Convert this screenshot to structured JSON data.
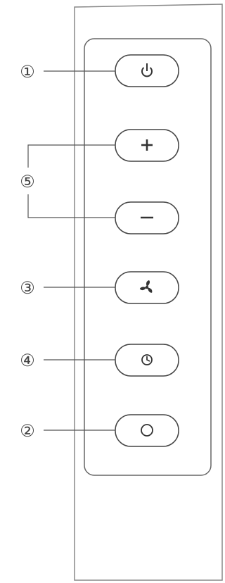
{
  "callouts": [
    {
      "number": "1",
      "label_text": "①",
      "target": "power-button"
    },
    {
      "number": "5",
      "label_text": "⑤",
      "target": "plus-minus-buttons"
    },
    {
      "number": "3",
      "label_text": "③",
      "target": "fan-button"
    },
    {
      "number": "4",
      "label_text": "④",
      "target": "timer-button"
    },
    {
      "number": "2",
      "label_text": "②",
      "target": "light-button"
    }
  ],
  "buttons": [
    {
      "name": "power-button",
      "icon": "power-icon"
    },
    {
      "name": "plus-button",
      "icon": "plus-icon"
    },
    {
      "name": "minus-button",
      "icon": "minus-icon"
    },
    {
      "name": "fan-button",
      "icon": "fan-icon"
    },
    {
      "name": "timer-button",
      "icon": "clock-icon"
    },
    {
      "name": "light-button",
      "icon": "circle-icon"
    }
  ],
  "colors": {
    "line": "#555555",
    "panel_stroke": "#666666",
    "button_stroke": "#444444",
    "icon": "#333333"
  }
}
